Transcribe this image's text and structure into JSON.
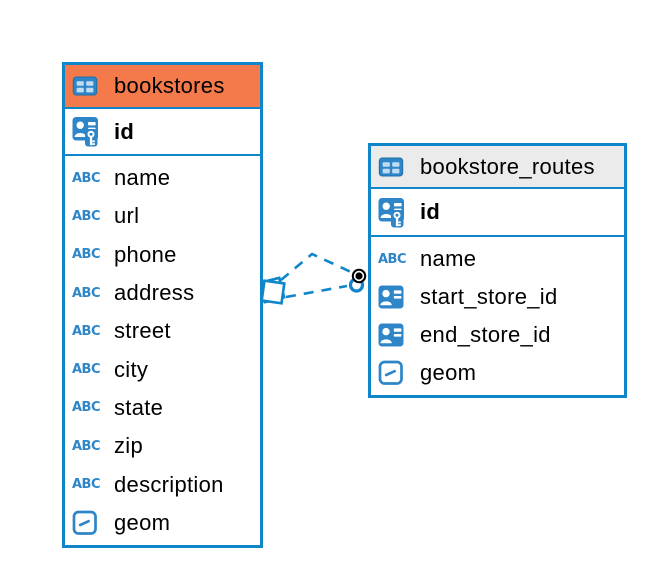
{
  "diagram": {
    "type": "entity-relationship-diagram",
    "background": "#ffffff",
    "colors": {
      "table_border": "#0F86C9",
      "icon_blue": "#2E86C8",
      "icon_cell_blue": "#BFDCF2",
      "header_orange": "#F4794B",
      "header_gray": "#EBEBEB",
      "connector_blue": "#0F86C9",
      "text": "#000000",
      "marker_dot_black": "#000000"
    },
    "icons": {
      "text_type_glyph": "ABC"
    },
    "tables": [
      {
        "title": "bookstores",
        "header_style": "orange",
        "primary_key": "id",
        "columns": [
          {
            "name": "name",
            "type": "text"
          },
          {
            "name": "url",
            "type": "text"
          },
          {
            "name": "phone",
            "type": "text"
          },
          {
            "name": "address",
            "type": "text"
          },
          {
            "name": "street",
            "type": "text"
          },
          {
            "name": "city",
            "type": "text"
          },
          {
            "name": "state",
            "type": "text"
          },
          {
            "name": "zip",
            "type": "text"
          },
          {
            "name": "description",
            "type": "text"
          },
          {
            "name": "geom",
            "type": "geometry"
          }
        ]
      },
      {
        "title": "bookstore_routes",
        "header_style": "gray",
        "primary_key": "id",
        "columns": [
          {
            "name": "name",
            "type": "text"
          },
          {
            "name": "start_store_id",
            "type": "reference"
          },
          {
            "name": "end_store_id",
            "type": "reference"
          },
          {
            "name": "geom",
            "type": "geometry"
          }
        ]
      }
    ],
    "relationships": [
      {
        "from_table": "bookstore_routes",
        "to_table": "bookstores",
        "line_style": "dashed"
      },
      {
        "from_table": "bookstore_routes",
        "to_table": "bookstores",
        "line_style": "dashed"
      }
    ]
  }
}
